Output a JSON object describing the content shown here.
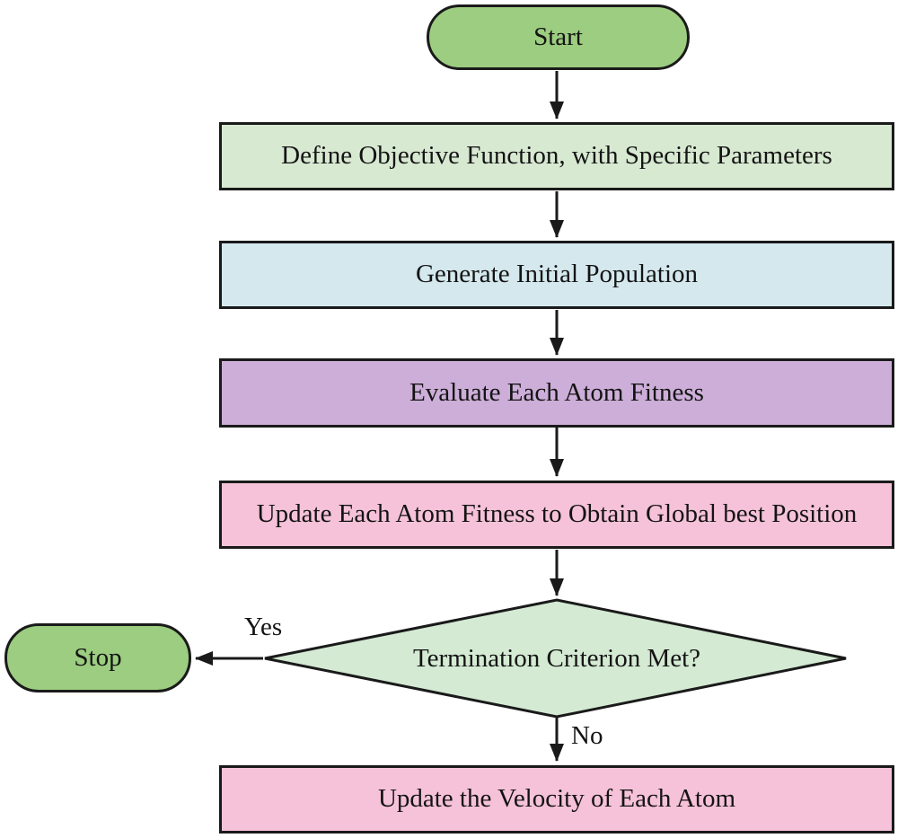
{
  "flowchart": {
    "nodes": [
      {
        "id": "start",
        "type": "terminator",
        "label": "Start",
        "fill": "#9ccd80"
      },
      {
        "id": "define",
        "type": "process",
        "label": "Define Objective Function, with Specific Parameters",
        "fill": "#d8e9d2"
      },
      {
        "id": "generate",
        "type": "process",
        "label": "Generate Initial Population",
        "fill": "#d4e8ee"
      },
      {
        "id": "evaluate",
        "type": "process",
        "label": "Evaluate Each Atom Fitness",
        "fill": "#ccaed8"
      },
      {
        "id": "update-fitness",
        "type": "process",
        "label": "Update Each Atom Fitness to Obtain Global best Position",
        "fill": "#f6c2d9"
      },
      {
        "id": "termination",
        "type": "decision",
        "label": "Termination Criterion Met?",
        "fill": "#d4ead3"
      },
      {
        "id": "stop",
        "type": "terminator",
        "label": "Stop",
        "fill": "#9ccd80"
      },
      {
        "id": "update-velocity",
        "type": "process",
        "label": "Update the Velocity of Each Atom",
        "fill": "#f6c2d9"
      }
    ],
    "edges": [
      {
        "from": "start",
        "to": "define",
        "label": ""
      },
      {
        "from": "define",
        "to": "generate",
        "label": ""
      },
      {
        "from": "generate",
        "to": "evaluate",
        "label": ""
      },
      {
        "from": "evaluate",
        "to": "update-fitness",
        "label": ""
      },
      {
        "from": "update-fitness",
        "to": "termination",
        "label": ""
      },
      {
        "from": "termination",
        "to": "stop",
        "label": "Yes"
      },
      {
        "from": "termination",
        "to": "update-velocity",
        "label": "No"
      }
    ],
    "colors": {
      "outline": "#1a1a1a",
      "arrow": "#1a1a1a",
      "text": "#141414",
      "background": "#ffffff"
    }
  }
}
